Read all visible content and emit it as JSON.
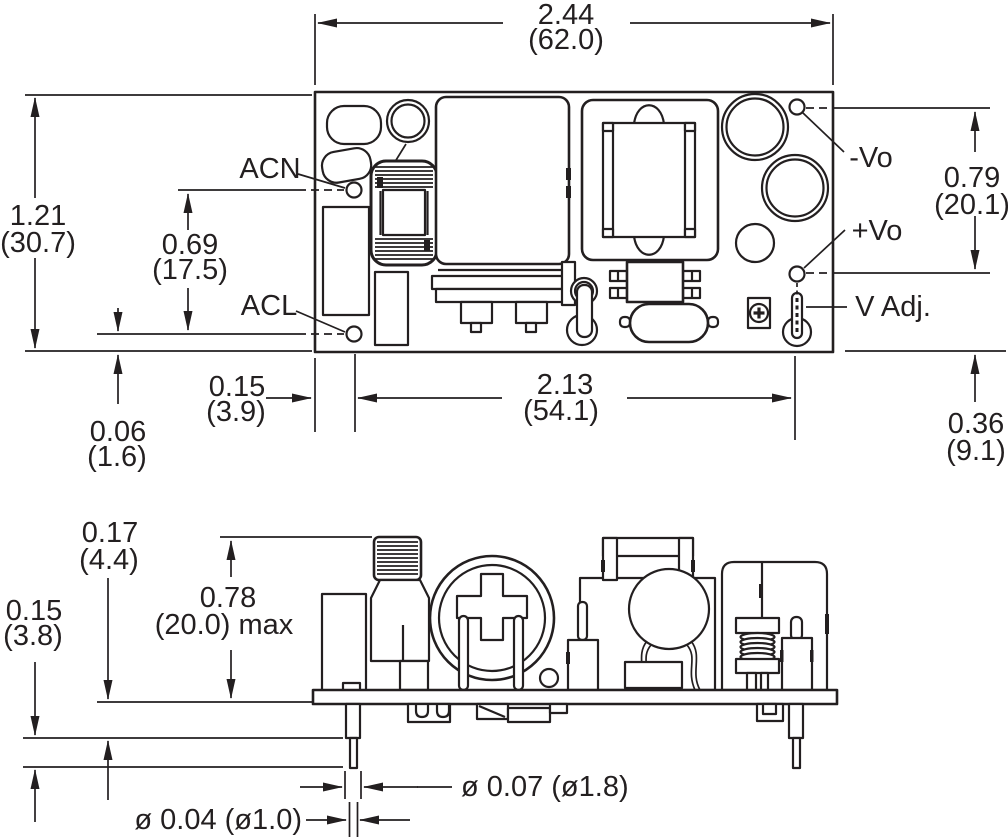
{
  "colors": {
    "line": "#231f20",
    "background": "#ffffff"
  },
  "top_view": {
    "dim_width_in": "2.44",
    "dim_width_mm": "(62.0)",
    "dim_height_in": "1.21",
    "dim_height_mm": "(30.7)",
    "dim_hole_pitch_in": "0.69",
    "dim_hole_pitch_mm": "(17.5)",
    "dim_edge_to_hole_in": "0.15",
    "dim_edge_to_hole_mm": "(3.9)",
    "dim_hole_span_in": "2.13",
    "dim_hole_span_mm": "(54.1)",
    "dim_output_pitch_in": "0.79",
    "dim_output_pitch_mm": "(20.1)",
    "dim_output_to_edge_in": "0.36",
    "dim_output_to_edge_mm": "(9.1)",
    "dim_hole_to_edge_in": "0.06",
    "dim_hole_to_edge_mm": "(1.6)",
    "label_acn": "ACN",
    "label_acl": "ACL",
    "label_neg_vo": "-Vo",
    "label_pos_vo": "+Vo",
    "label_v_adj": "V Adj."
  },
  "side_view": {
    "dim_standoff_in": "0.17",
    "dim_standoff_mm": "(4.4)",
    "dim_pin_len_in": "0.15",
    "dim_pin_len_mm": "(3.8)",
    "dim_height_in": "0.78",
    "dim_height_mm": "(20.0) max",
    "dim_pin_dia_large": "ø 0.07 (ø1.8)",
    "dim_pin_dia_small": "ø 0.04 (ø1.0)"
  }
}
